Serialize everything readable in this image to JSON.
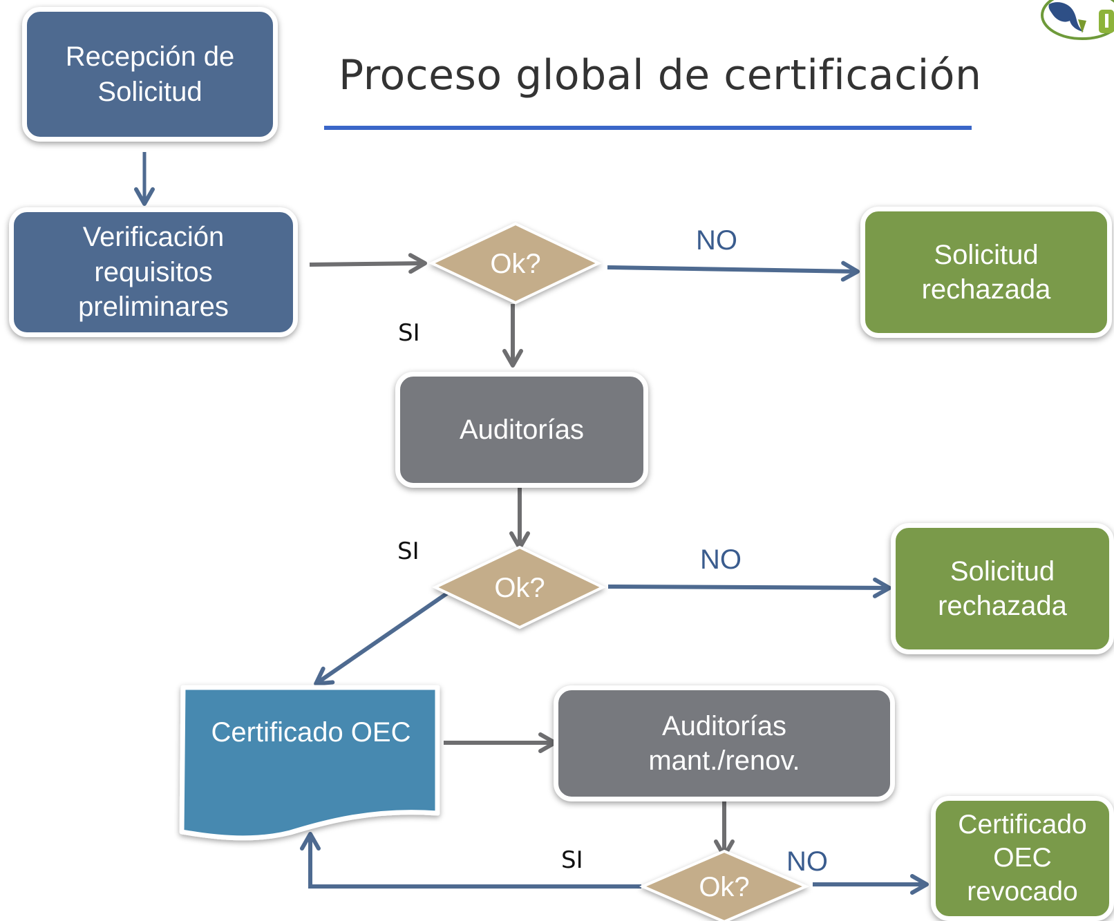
{
  "title": "Proceso global de certificación",
  "nodes": {
    "recepcion": "Recepción de\nSolicitud",
    "verificacion": "Verificación\nrequisitos\npreliminares",
    "rechazada_1": "Solicitud\nrechazada",
    "auditorias": "Auditorías",
    "rechazada_2": "Solicitud\nrechazada",
    "certificado": "Certificado OEC",
    "auditorias_mant": "Auditorías\nmant./renov.",
    "revocado": "Certificado\nOEC\nrevocado"
  },
  "decisions": {
    "ok_1": "Ok?",
    "ok_2": "Ok?",
    "ok_3": "Ok?"
  },
  "flow_labels": {
    "no_1": "NO",
    "si_1": "SI",
    "no_2": "NO",
    "si_2": "SI",
    "si_3": "SI",
    "no_3": "NO"
  },
  "colors": {
    "process_blue": "#4E6A90",
    "process_gray": "#77797E",
    "terminal_green": "#7A9A4A",
    "certificate_teal": "#4689B0",
    "decision_tan": "#C4AD8A",
    "arrow_blue": "#4E6A90",
    "arrow_gray": "#6E6E70",
    "title_rule": "#3A66C8"
  }
}
